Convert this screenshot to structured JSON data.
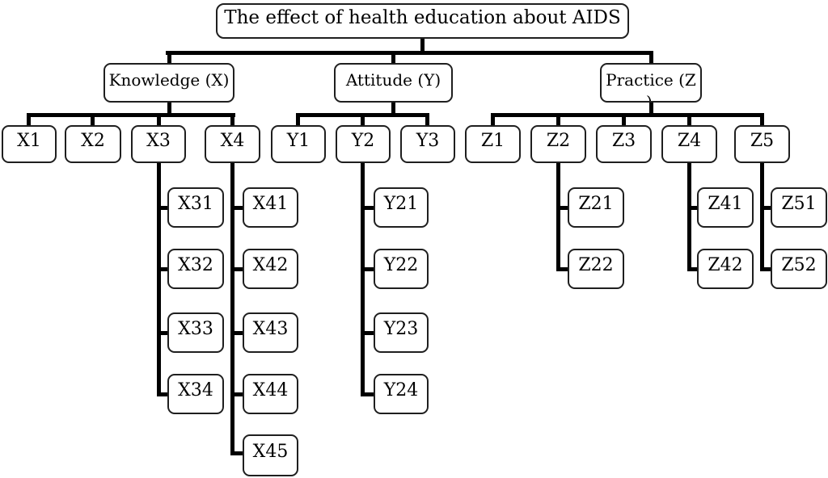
{
  "style": {
    "line_color": "#000000",
    "box_border_color": "#1f1f1f",
    "box_fill_color": "#ffffff",
    "text_color": "#000000"
  },
  "diagram": {
    "root": {
      "label": "The effect of health education about AIDS"
    },
    "branches": [
      {
        "label": "Knowledge (X)",
        "children": [
          {
            "label": "X1"
          },
          {
            "label": "X2"
          },
          {
            "label": "X3",
            "children": [
              {
                "label": "X31"
              },
              {
                "label": "X32"
              },
              {
                "label": "X33"
              },
              {
                "label": "X34"
              }
            ]
          },
          {
            "label": "X4",
            "children": [
              {
                "label": "X41"
              },
              {
                "label": "X42"
              },
              {
                "label": "X43"
              },
              {
                "label": "X44"
              },
              {
                "label": "X45"
              }
            ]
          }
        ]
      },
      {
        "label": "Attitude (Y)",
        "children": [
          {
            "label": "Y1"
          },
          {
            "label": "Y2",
            "children": [
              {
                "label": "Y21"
              },
              {
                "label": "Y22"
              },
              {
                "label": "Y23"
              },
              {
                "label": "Y24"
              }
            ]
          },
          {
            "label": "Y3"
          }
        ]
      },
      {
        "label": "Practice (Z",
        "overflow_char": ")",
        "children": [
          {
            "label": "Z1"
          },
          {
            "label": "Z2",
            "children": [
              {
                "label": "Z21"
              },
              {
                "label": "Z22"
              }
            ]
          },
          {
            "label": "Z3"
          },
          {
            "label": "Z4",
            "children": [
              {
                "label": "Z41"
              },
              {
                "label": "Z42"
              }
            ]
          },
          {
            "label": "Z5",
            "children": [
              {
                "label": "Z51"
              },
              {
                "label": "Z52"
              }
            ]
          }
        ]
      }
    ]
  }
}
